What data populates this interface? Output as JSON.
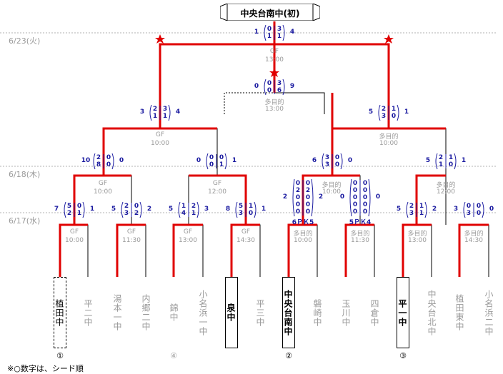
{
  "champion": "中央台南中(初)",
  "dates": {
    "d1": "6/23(火)",
    "d2": "6/18(木)",
    "d3": "6/17(水)"
  },
  "teams": [
    "植田中",
    "平二中",
    "湯本一中",
    "内郷二中",
    "錦中",
    "小名浜一中",
    "泉中",
    "平三中",
    "中央台南中",
    "磐崎中",
    "玉川中",
    "四倉中",
    "平一中",
    "中央台北中",
    "植田東中",
    "小名浜二中"
  ],
  "seeds": {
    "s1": "①",
    "s4": "④",
    "s2": "②",
    "s3": "③"
  },
  "venues": {
    "r1a": "GF",
    "r1at": "10:00",
    "r1b": "GF",
    "r1bt": "11:30",
    "r1c": "GF",
    "r1ct": "13:00",
    "r1d": "GF",
    "r1dt": "14:30",
    "r1e": "多目的",
    "r1et": "10:00",
    "r1f": "多目的",
    "r1ft": "11:30",
    "r1g": "多目的",
    "r1gt": "13:00",
    "r1h": "多目的",
    "r1ht": "14:30",
    "qfa": "GF",
    "qfat": "10:00",
    "qfb": "GF",
    "qfbt": "12:00",
    "qfc": "多目的",
    "qfct": "10:00",
    "qfd": "多目的",
    "qfdt": "12:00",
    "sfa": "GF",
    "sfat": "10:00",
    "sfb": "多目的",
    "sfbt": "10:00",
    "third": "多目的",
    "thirdt": "13:00",
    "final": "GF",
    "finalt": "13:00"
  },
  "scores": {
    "f_l": "1",
    "f_r": "4",
    "f_c": [
      "0",
      "1",
      "3",
      "1"
    ],
    "t_l": "0",
    "t_r": "9",
    "t_c": [
      "0",
      "0",
      "3",
      "6"
    ],
    "sa_l": "3",
    "sa_r": "4",
    "sa_c": [
      "2",
      "1",
      "3",
      "1"
    ],
    "sb_l": "5",
    "sb_r": "1",
    "sb_c": [
      "2",
      "3",
      "1",
      "0"
    ],
    "qa_l": "10",
    "qa_r": "0",
    "qa_c": [
      "2",
      "8",
      "0",
      "0"
    ],
    "qb_l": "0",
    "qb_r": "1",
    "qb_c": [
      "0",
      "0",
      "0",
      "1"
    ],
    "qc_l": "6",
    "qc_r": "0",
    "qc_c": [
      "3",
      "3",
      "0",
      "0"
    ],
    "qd_l": "5",
    "qd_r": "1",
    "qd_c": [
      "2",
      "1",
      "1",
      "0"
    ],
    "ra_l": "7",
    "ra_r": "1",
    "ra_c": [
      "5",
      "2",
      "0",
      "1"
    ],
    "rb_l": "5",
    "rb_r": "2",
    "rb_c": [
      "2",
      "3",
      "0",
      "2"
    ],
    "rc_l": "5",
    "rc_r": "3",
    "rc_c": [
      "1",
      "4",
      "2",
      "1"
    ],
    "rd_l": "8",
    "rd_r": "1",
    "rd_c": [
      "5",
      "3",
      "1",
      "0"
    ],
    "re_l": "2",
    "re_r": "2",
    "re_c": [
      "0",
      "2",
      "0",
      "0",
      "0",
      "0",
      "2",
      "0",
      "0",
      "0"
    ],
    "re_pk": "6ＰＫ5",
    "rf_l": "0",
    "rf_r": "0",
    "rf_c": [
      "0",
      "0",
      "0",
      "0",
      "0",
      "0",
      "0",
      "0",
      "0",
      "0"
    ],
    "rf_pk": "5ＰＫ4",
    "rg_l": "5",
    "rg_r": "2",
    "rg_c": [
      "2",
      "3",
      "1",
      "1"
    ],
    "rh_l": "3",
    "rh_r": "0",
    "rh_c": [
      "0",
      "3",
      "0",
      "0"
    ]
  },
  "note": "※○数字は、シード順",
  "colors": {
    "win": "#e00000",
    "lose": "#000000",
    "score": "#1a1aa0",
    "star": "#e00000"
  }
}
